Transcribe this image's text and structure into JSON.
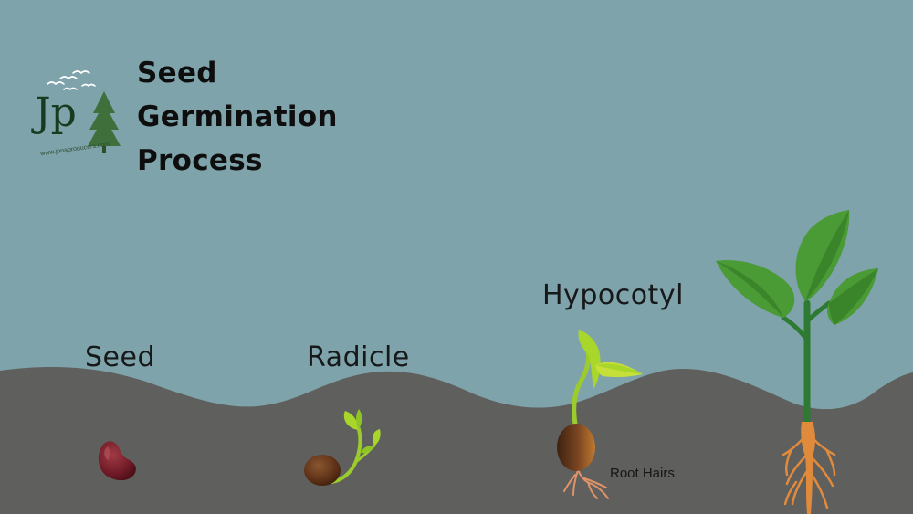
{
  "title": {
    "line1": "Seed",
    "line2": "Germination",
    "line3": "Process"
  },
  "logo": {
    "letters": "Jp",
    "url": "www.jpnaproducers.com"
  },
  "stages": [
    {
      "label": "Seed"
    },
    {
      "label": "Radicle"
    },
    {
      "label": "Hypocotyl"
    }
  ],
  "annotations": {
    "root_hairs": "Root Hairs"
  },
  "colors": {
    "sky": "#7fa3aa",
    "soil": "#5f5f5d",
    "leaf_dark": "#3f8a2e",
    "leaf_light": "#a9d62b",
    "stem": "#2f7a32",
    "root": "#e08a3c",
    "seed_red": "#7a1f2a",
    "seed_brown": "#6b3a1c"
  }
}
